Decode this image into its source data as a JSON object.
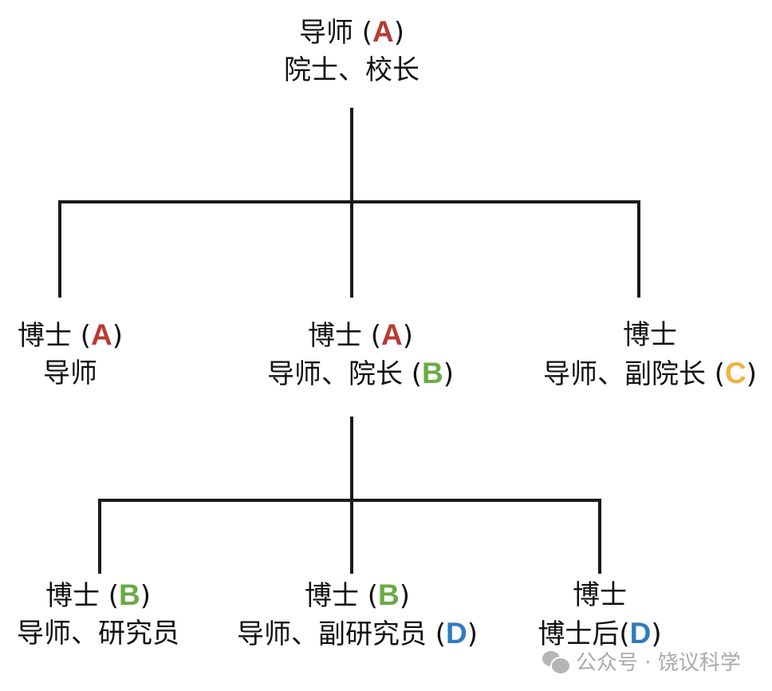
{
  "colors": {
    "A": "#b83a32",
    "B": "#6aab45",
    "C": "#eeb33f",
    "D": "#2f7bbf"
  },
  "nodes": {
    "root": {
      "l1": "导师 (",
      "l1b": "A",
      "l1e": ")",
      "l2": "院士、校长",
      "l2b": "",
      "l2e": ""
    },
    "n1": {
      "l1": "博士 (",
      "l1b": "A",
      "l1e": ")",
      "l2": "导师",
      "l2b": "",
      "l2e": ""
    },
    "n2": {
      "l1": "博士 (",
      "l1b": "A",
      "l1e": ")",
      "l2": "导师、院长 (",
      "l2b": "B",
      "l2e": ")"
    },
    "n3": {
      "l1": "博士",
      "l1b": "",
      "l1e": "",
      "l2": "导师、副院长 (",
      "l2b": "C",
      "l2e": ")"
    },
    "n4": {
      "l1": "博士 (",
      "l1b": "B",
      "l1e": ")",
      "l2": "导师、研究员",
      "l2b": "",
      "l2e": ""
    },
    "n5": {
      "l1": "博士 (",
      "l1b": "B",
      "l1e": ")",
      "l2": "导师、副研究员 (",
      "l2b": "D",
      "l2e": ")"
    },
    "n6": {
      "l1": "博士",
      "l1b": "",
      "l1e": "",
      "l2": "博士后(",
      "l2b": "D",
      "l2e": ")"
    }
  },
  "watermark": {
    "text": "公众号 · 饶议科学",
    "icon": "wechat-icon"
  }
}
